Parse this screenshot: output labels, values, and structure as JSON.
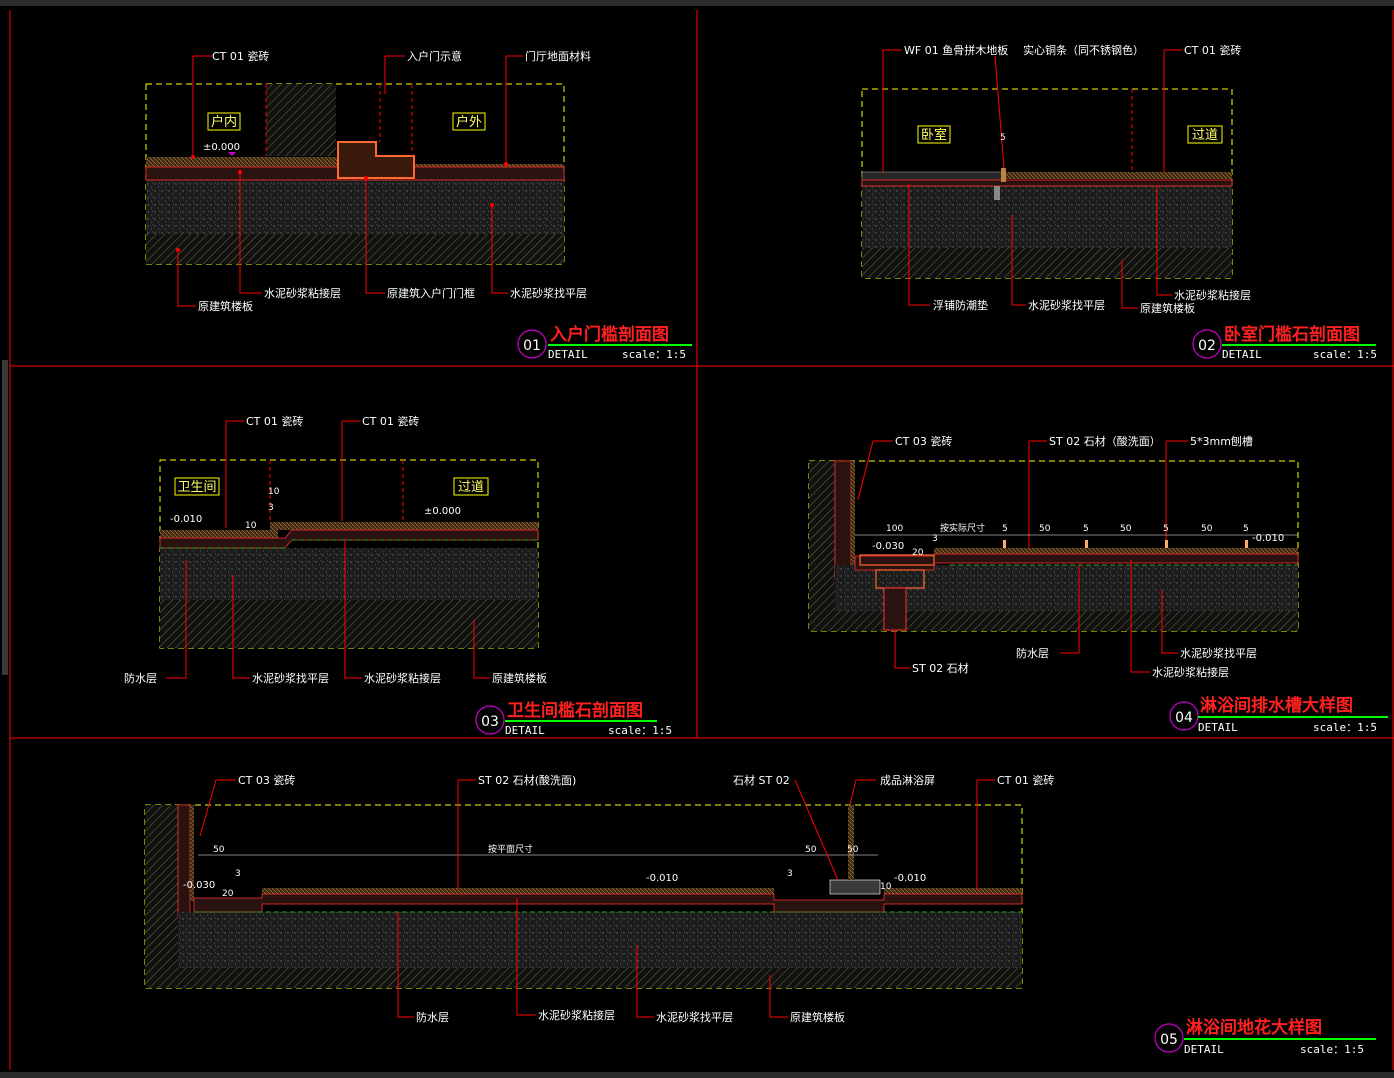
{
  "colors": {
    "background": "#000000",
    "frame": "#ff0000",
    "outline": "#ffff00",
    "leader": "#ff0000",
    "text": "#ffffff",
    "title": "#ff2020",
    "underline": "#00ff00",
    "circle": "#cc00cc",
    "concrete": "#2a2a2a",
    "hatch": "#7a7a3a"
  },
  "common": {
    "detail_word": "DETAIL",
    "scale_text": "scale：1:5"
  },
  "panels": [
    {
      "id": "p1",
      "number": "01",
      "title": "入户门槛剖面图",
      "rooms": [
        "户内",
        "户外"
      ],
      "elevations": [
        "±0.000"
      ],
      "labels": [
        "CT 01 瓷砖",
        "入户门示意",
        "门厅地面材料",
        "水泥砂浆粘接层",
        "原建筑入户门门框",
        "水泥砂浆找平层",
        "原建筑楼板"
      ]
    },
    {
      "id": "p2",
      "number": "02",
      "title": "卧室门槛石剖面图",
      "rooms": [
        "卧室",
        "过道"
      ],
      "dims": [
        "5"
      ],
      "labels": [
        "WF 01 鱼骨拼木地板",
        "实心铜条（同不锈钢色）",
        "CT 01 瓷砖",
        "浮铺防潮垫",
        "水泥砂浆找平层",
        "原建筑楼板",
        "水泥砂浆粘接层"
      ]
    },
    {
      "id": "p3",
      "number": "03",
      "title": "卫生间槛石剖面图",
      "rooms": [
        "卫生间",
        "过道"
      ],
      "elevations": [
        "-0.010",
        "±0.000"
      ],
      "dims": [
        "10",
        "3",
        "10"
      ],
      "labels": [
        "CT 01 瓷砖",
        "CT 01 瓷砖",
        "防水层",
        "水泥砂浆找平层",
        "水泥砂浆粘接层",
        "原建筑楼板"
      ]
    },
    {
      "id": "p4",
      "number": "04",
      "title": "淋浴间排水槽大样图",
      "elevations": [
        "-0.030",
        "-0.010"
      ],
      "dims": [
        "100",
        "按实际尺寸",
        "5",
        "50",
        "5",
        "50",
        "5",
        "50",
        "5",
        "3",
        "20"
      ],
      "labels": [
        "CT 03 瓷砖",
        "ST 02 石材（酸洗面）",
        "5*3mm刨槽",
        "ST 02 石材",
        "防水层",
        "水泥砂浆找平层",
        "水泥砂浆粘接层"
      ]
    },
    {
      "id": "p5",
      "number": "05",
      "title": "淋浴间地花大样图",
      "elevations": [
        "-0.030",
        "-0.010",
        "-0.010"
      ],
      "dims": [
        "50",
        "按平面尺寸",
        "50",
        "50",
        "3",
        "3",
        "20",
        "10"
      ],
      "labels": [
        "CT 03 瓷砖",
        "ST 02 石材(酸洗面)",
        "石材 ST 02",
        "成品淋浴屏",
        "CT 01 瓷砖",
        "防水层",
        "水泥砂浆粘接层",
        "水泥砂浆找平层",
        "原建筑楼板"
      ]
    }
  ]
}
